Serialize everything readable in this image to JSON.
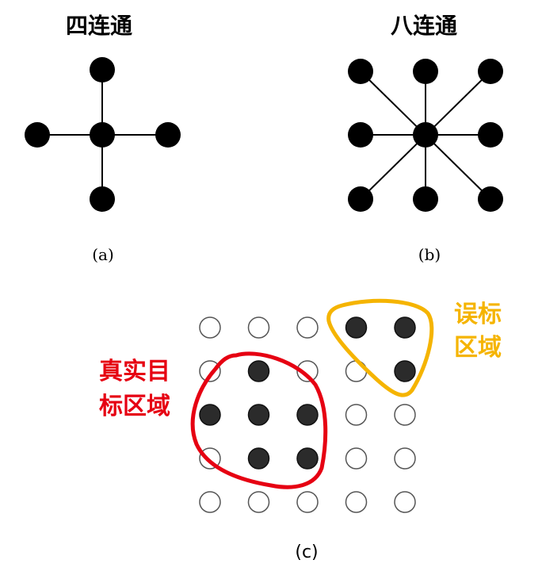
{
  "panel_a": {
    "title": "四连通",
    "caption": "(a)"
  },
  "panel_b": {
    "title": "八连通",
    "caption": "(b)"
  },
  "panel_c": {
    "caption": "(c)",
    "grid_rows": [
      [
        0,
        0,
        0,
        1,
        1
      ],
      [
        0,
        1,
        0,
        0,
        1
      ],
      [
        1,
        1,
        1,
        0,
        0
      ],
      [
        0,
        1,
        1,
        0,
        0
      ],
      [
        0,
        0,
        0,
        0,
        0
      ]
    ],
    "true_region_label_line1": "真实目",
    "true_region_label_line2": "标区域",
    "false_region_label_line1": "误标",
    "false_region_label_line2": "区域"
  },
  "colors": {
    "node": "#000000",
    "filled_pixel": "#2b2b2b",
    "empty_pixel_stroke": "#555555",
    "true_region": "#e60012",
    "false_region": "#f5b400"
  }
}
